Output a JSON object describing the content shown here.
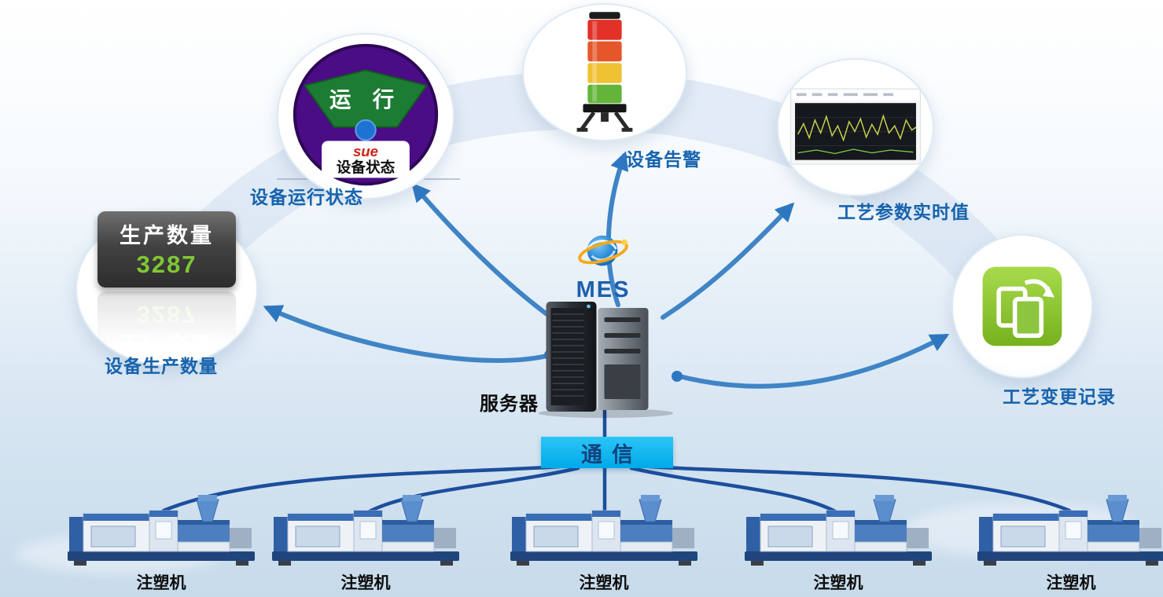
{
  "nodes": {
    "device_status": {
      "label": "设备运行状态",
      "dial": {
        "running_text": "运 行",
        "brand": "sue",
        "caption": "设备状态"
      }
    },
    "device_alarm": {
      "label": "设备告警"
    },
    "process_realtime": {
      "label": "工艺参数实时值"
    },
    "production_count": {
      "label": "设备生产数量",
      "badge": {
        "title": "生产数量",
        "value": "3287"
      }
    },
    "process_change": {
      "label": "工艺变更记录"
    },
    "server": {
      "label": "服务器",
      "system": "MES"
    },
    "comm": {
      "label": "通信"
    }
  },
  "machines": [
    {
      "label": "注塑机"
    },
    {
      "label": "注塑机"
    },
    {
      "label": "注塑机"
    },
    {
      "label": "注塑机"
    },
    {
      "label": "注塑机"
    }
  ],
  "colors": {
    "connector_blue": "#3f84c6",
    "comm_line_blue": "#1c4e9d",
    "label_blue": "#1763ad",
    "comm_box_cyan": "#00a9e9",
    "badge_value_green": "#7ec832",
    "icon_green": "#8cc63f",
    "dial_purple": "#4a0d85",
    "dial_green": "#1d7c33",
    "tower_red": "#e23128",
    "tower_yellow": "#efc233",
    "tower_green": "#63b53a"
  }
}
